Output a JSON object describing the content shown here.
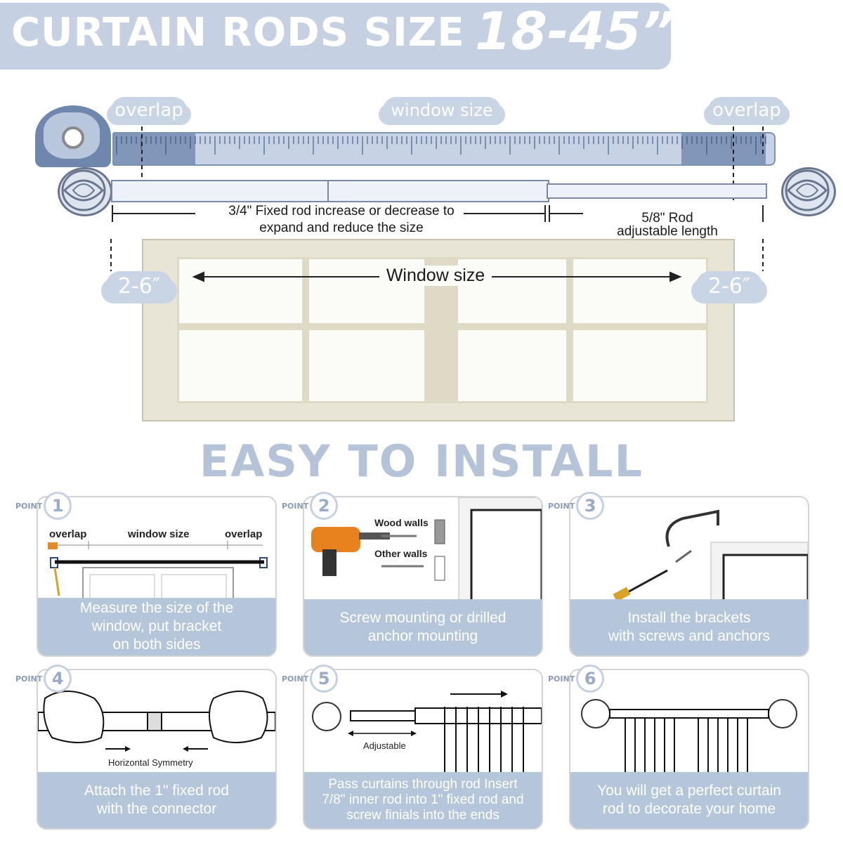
{
  "title": {
    "main": "CURTAIN RODS SIZE",
    "size": "18-45”"
  },
  "diagram": {
    "overlap_left": "overlap",
    "window_size": "window size",
    "overlap_right": "overlap",
    "fixed_rod_line1": "3/4\" Fixed rod  increase or decrease to",
    "fixed_rod_line2": "expand and reduce the size",
    "adjustable_line1": "5/8\" Rod",
    "adjustable_line2": "adjustable length",
    "window_size_label": "Window size",
    "gap_left": "2-6″",
    "gap_right": "2-6″"
  },
  "install_title": "EASY TO INSTALL",
  "points": [
    {
      "word": "POINT",
      "num": "1",
      "caption_lines": [
        "Measure the size of the",
        "window, put bracket",
        "on both sides"
      ],
      "labels": {
        "overlap_left": "overlap",
        "window_size": "window size",
        "overlap_right": "overlap"
      }
    },
    {
      "word": "POINT",
      "num": "2",
      "caption_lines": [
        "Screw mounting or drilled",
        "anchor mounting"
      ],
      "labels": {
        "wood": "Wood walls",
        "other": "Other walls"
      }
    },
    {
      "word": "POINT",
      "num": "3",
      "caption_lines": [
        "Install the brackets",
        "with screws and anchors"
      ]
    },
    {
      "word": "POINT",
      "num": "4",
      "caption_lines": [
        "Attach the 1\" fixed rod",
        "with the connector"
      ],
      "labels": {
        "symmetry": "Horizontal Symmetry"
      }
    },
    {
      "word": "POINT",
      "num": "5",
      "caption_lines": [
        "Pass curtains through rod Insert",
        "7/8\" inner rod into  1\" fixed rod and",
        "screw  finials into the ends"
      ],
      "labels": {
        "adjustable": "Adjustable"
      }
    },
    {
      "word": "POINT",
      "num": "6",
      "caption_lines": [
        "You will get a perfect curtain",
        "rod to decorate your home"
      ]
    }
  ],
  "colors": {
    "banner": "#c5d1e2",
    "caption": "#b5c5da",
    "tape": "#c7d3e4",
    "tape_dark": "#6f87ad",
    "accent_text": "#b5c3d8"
  }
}
